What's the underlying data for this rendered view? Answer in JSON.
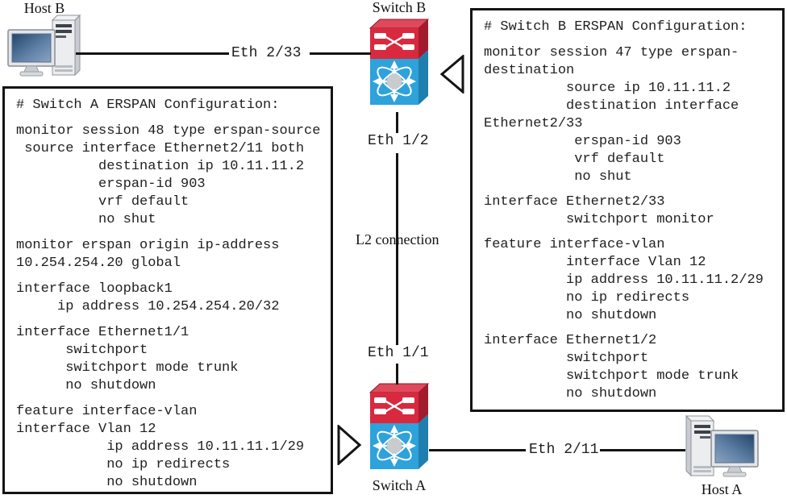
{
  "labels": {
    "host_b": "Host B",
    "host_a": "Host A",
    "switch_b": "Switch B",
    "switch_a": "Switch A",
    "eth_2_33": "Eth 2/33",
    "eth_1_2": "Eth 1/2",
    "eth_1_1": "Eth 1/1",
    "eth_2_11": "Eth 2/11",
    "l2_connection": "L2 connection"
  },
  "switch_a_box": {
    "title": "# Switch A ERSPAN Configuration:",
    "paragraphs": [
      "monitor session 48 type erspan-source\n source interface Ethernet2/11 both\n          destination ip 10.11.11.2\n          erspan-id 903\n          vrf default\n          no shut",
      "monitor erspan origin ip-address\n10.254.254.20 global",
      "interface loopback1\n     ip address 10.254.254.20/32",
      "interface Ethernet1/1\n      switchport\n      switchport mode trunk\n      no shutdown",
      "feature interface-vlan\ninterface Vlan 12\n           ip address 10.11.11.1/29\n           no ip redirects\n           no shutdown"
    ]
  },
  "switch_b_box": {
    "title": "# Switch B ERSPAN Configuration:",
    "paragraphs": [
      "monitor session 47 type erspan-\ndestination\n          source ip 10.11.11.2\n          destination interface\nEthernet2/33\n           erspan-id 903\n           vrf default\n           no shut",
      "interface Ethernet2/33\n          switchport monitor",
      "feature interface-vlan\n          interface Vlan 12\n          ip address 10.11.11.2/29\n          no ip redirects\n          no shutdown",
      "interface Ethernet1/2\n          switchport\n          switchport mode trunk\n          no shutdown"
    ]
  },
  "colors": {
    "switch_red": "#D8293F",
    "switch_blue": "#2EA2DB",
    "line_black": "#141414"
  }
}
